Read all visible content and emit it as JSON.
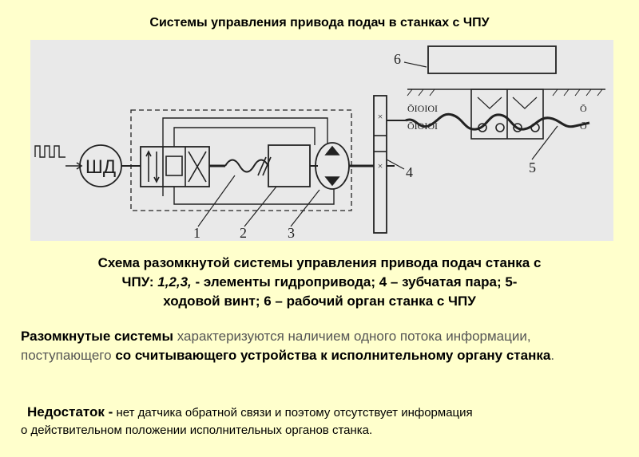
{
  "title": "Системы управления привода подач в станках с ЧПУ",
  "diagram": {
    "motor_label": "ШД",
    "labels": [
      "1",
      "2",
      "3",
      "4",
      "5",
      "6"
    ]
  },
  "caption": {
    "line1": "Схема разомкнутой системы управления привода подач станка с",
    "line2_prefix": "ЧПУ: ",
    "line2_italic": "1,2,3,",
    "line2_suffix": " - элементы гидропривода; 4 – зубчатая пара; 5-",
    "line3": "ходовой винт; 6 – рабочий орган станка с ЧПУ"
  },
  "paragraph1": {
    "bold_start": "Разомкнутые системы",
    "text1": " характеризуются наличием одного потока информации, поступающего ",
    "bold_mid": "со считывающего устройства к исполнительному органу станка",
    "end": "."
  },
  "paragraph2": {
    "bold_start": "Недостаток -",
    "line1": " нет датчика обратной связи и поэтому отсутствует информация",
    "line2": "о действительном положении исполнительных органов станка."
  }
}
